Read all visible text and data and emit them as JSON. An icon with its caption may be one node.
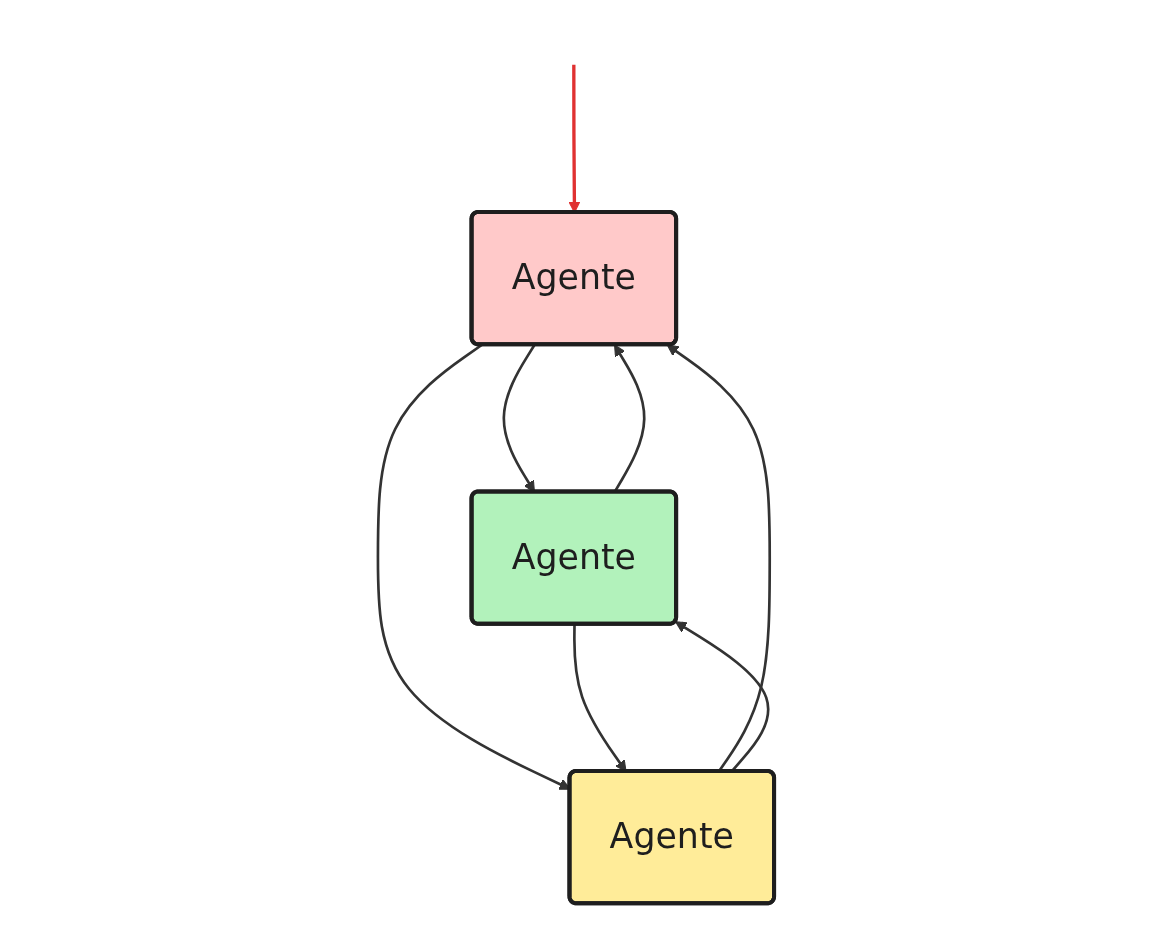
{
  "diagram": {
    "nodes": [
      {
        "text": [
          "Agente"
        ]
      },
      {
        "text": [
          "Agente"
        ]
      },
      {
        "text": [
          "Agente"
        ]
      }
    ],
    "edges": [
      {
        "from": null,
        "to": 0,
        "arrow": "to",
        "color": "#e03131"
      },
      {
        "from": 0,
        "to": 1,
        "arrow": "to"
      },
      {
        "from": 1,
        "to": 0,
        "arrow": "to"
      },
      {
        "from": 0,
        "to": 2,
        "arrow": "to"
      },
      {
        "from": 2,
        "to": 0,
        "arrow": "to"
      },
      {
        "from": 2,
        "to": 1,
        "arrow": "to"
      },
      {
        "from": 1,
        "to": 2,
        "arrow": "to"
      }
    ]
  }
}
